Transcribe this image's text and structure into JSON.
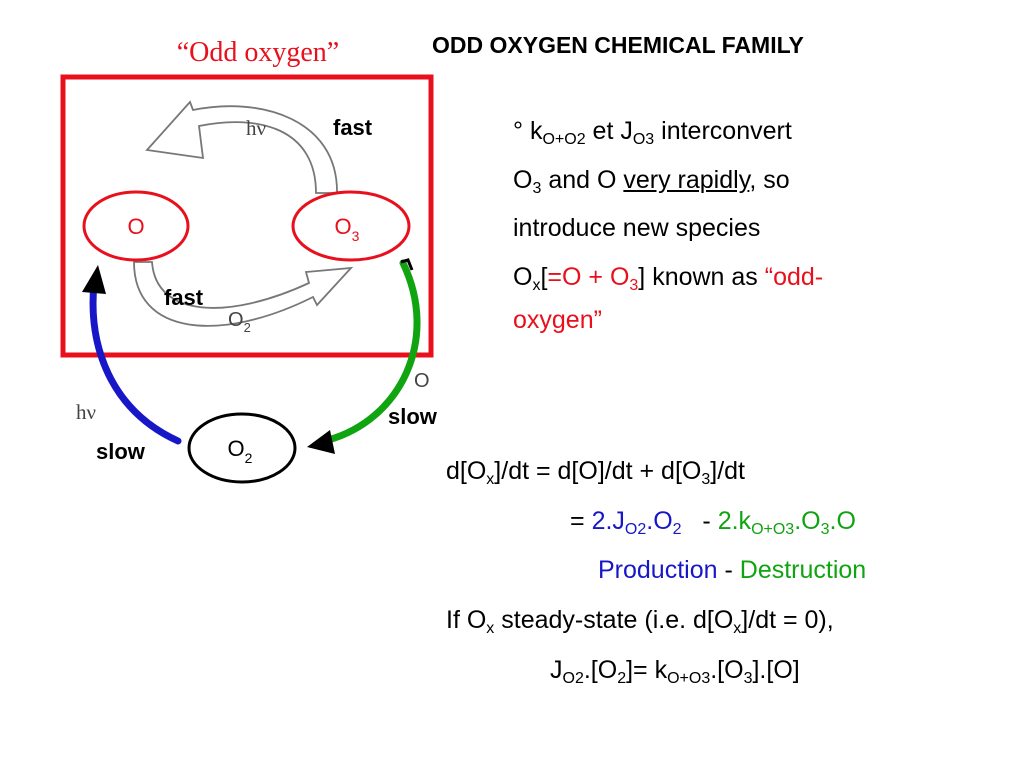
{
  "slide": {
    "title": "ODD OXYGEN CHEMICAL FAMILY"
  },
  "diagram": {
    "heading": "“Odd oxygen”",
    "nodes": {
      "o": "O",
      "o3_base": "O",
      "o3_sub": "3",
      "o2_base": "O",
      "o2_sub": "2"
    },
    "labels": {
      "hv_top": "hν",
      "fast_top": "fast",
      "fast_bottom": "fast",
      "o2_reactant_base": "O",
      "o2_reactant_sub": "2",
      "hv_left": "hν",
      "slow_left": "slow",
      "o_reactant": "O",
      "slow_right": "slow"
    },
    "colors": {
      "box": "#e8101c",
      "ellipse_red": "#e8101c",
      "arrow_photolysis": "#1717c8",
      "arrow_recombination": "#11a411"
    }
  },
  "bullet": {
    "deg": "°",
    "k": "k",
    "k_sub": "O+O2",
    "et": "et",
    "j": "J",
    "j_sub": "O3",
    "interconvert": "interconvert",
    "o3": "O",
    "o3_sub": "3",
    "and_o": "and O",
    "very_rapidly": "very rapidly",
    "so": ", so",
    "line3": "introduce new species",
    "ox": "O",
    "ox_sub": "x",
    "bracket_open": "[",
    "eq_red": "=O + O",
    "eq_red_sub": "3",
    "known_as": "] known as",
    "odd_1": "“odd-",
    "odd_2": "oxygen”"
  },
  "equations": {
    "line1": {
      "a": "d[O",
      "a_sub": "x",
      "b": "]/dt = d[O]/dt + d[O",
      "b_sub": "3",
      "c": "]/dt"
    },
    "line2": {
      "eq": "=",
      "blue": "2.J",
      "blue_sub": "O2",
      "blue2": ".O",
      "blue2_sub": "2",
      "minus": "-",
      "green": "2.k",
      "green_sub": "O+O3",
      "green2": ".O",
      "green2_sub": "3",
      "green3": ".O"
    },
    "line3": {
      "production": "Production",
      "minus": "-",
      "destruction": "Destruction"
    },
    "line4": {
      "a": "If O",
      "a_sub": "x",
      "b": "steady-state (i.e. d[O",
      "b_sub": "x",
      "c": "]/dt = 0),"
    },
    "line5": {
      "j": "J",
      "j_sub": "O2",
      "a": ".[O",
      "a_sub": "2",
      "b": "]= k",
      "b_sub": "O+O3",
      "c": ".[O",
      "c_sub": "3",
      "d": "].[O]"
    }
  }
}
